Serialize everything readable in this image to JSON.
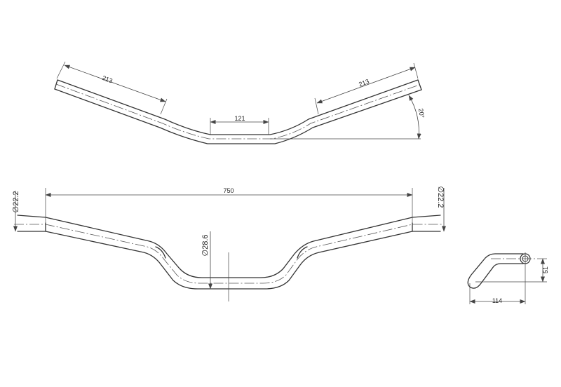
{
  "top_view": {
    "dim_left_length": "213",
    "dim_right_length": "213",
    "dim_center_width": "121",
    "dim_angle": "20°"
  },
  "front_view": {
    "dim_overall_width": "750",
    "dim_left_diameter": "∅22.2",
    "dim_right_diameter": "∅22.2",
    "dim_center_diameter": "∅28.6"
  },
  "side_view": {
    "dim_rise": "51",
    "dim_pullback": "114"
  }
}
